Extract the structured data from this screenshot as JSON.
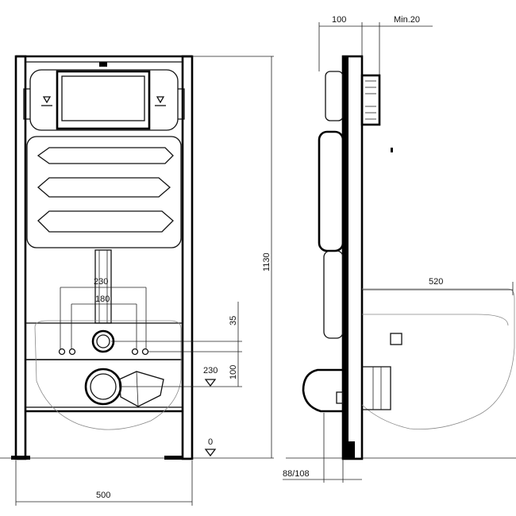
{
  "front_view": {
    "dimensions": {
      "overall_width": "500",
      "outer_spacing": "230",
      "inner_spacing": "180",
      "offset_top": "35",
      "offset_mid": "100",
      "drain_height": "230",
      "floor_level": "0"
    }
  },
  "dimension_height": "1130",
  "side_view": {
    "dimensions": {
      "depth_frame": "100",
      "min_clearance": "Min.20",
      "bowl_length": "520",
      "pipe_offset": "88/108"
    }
  }
}
